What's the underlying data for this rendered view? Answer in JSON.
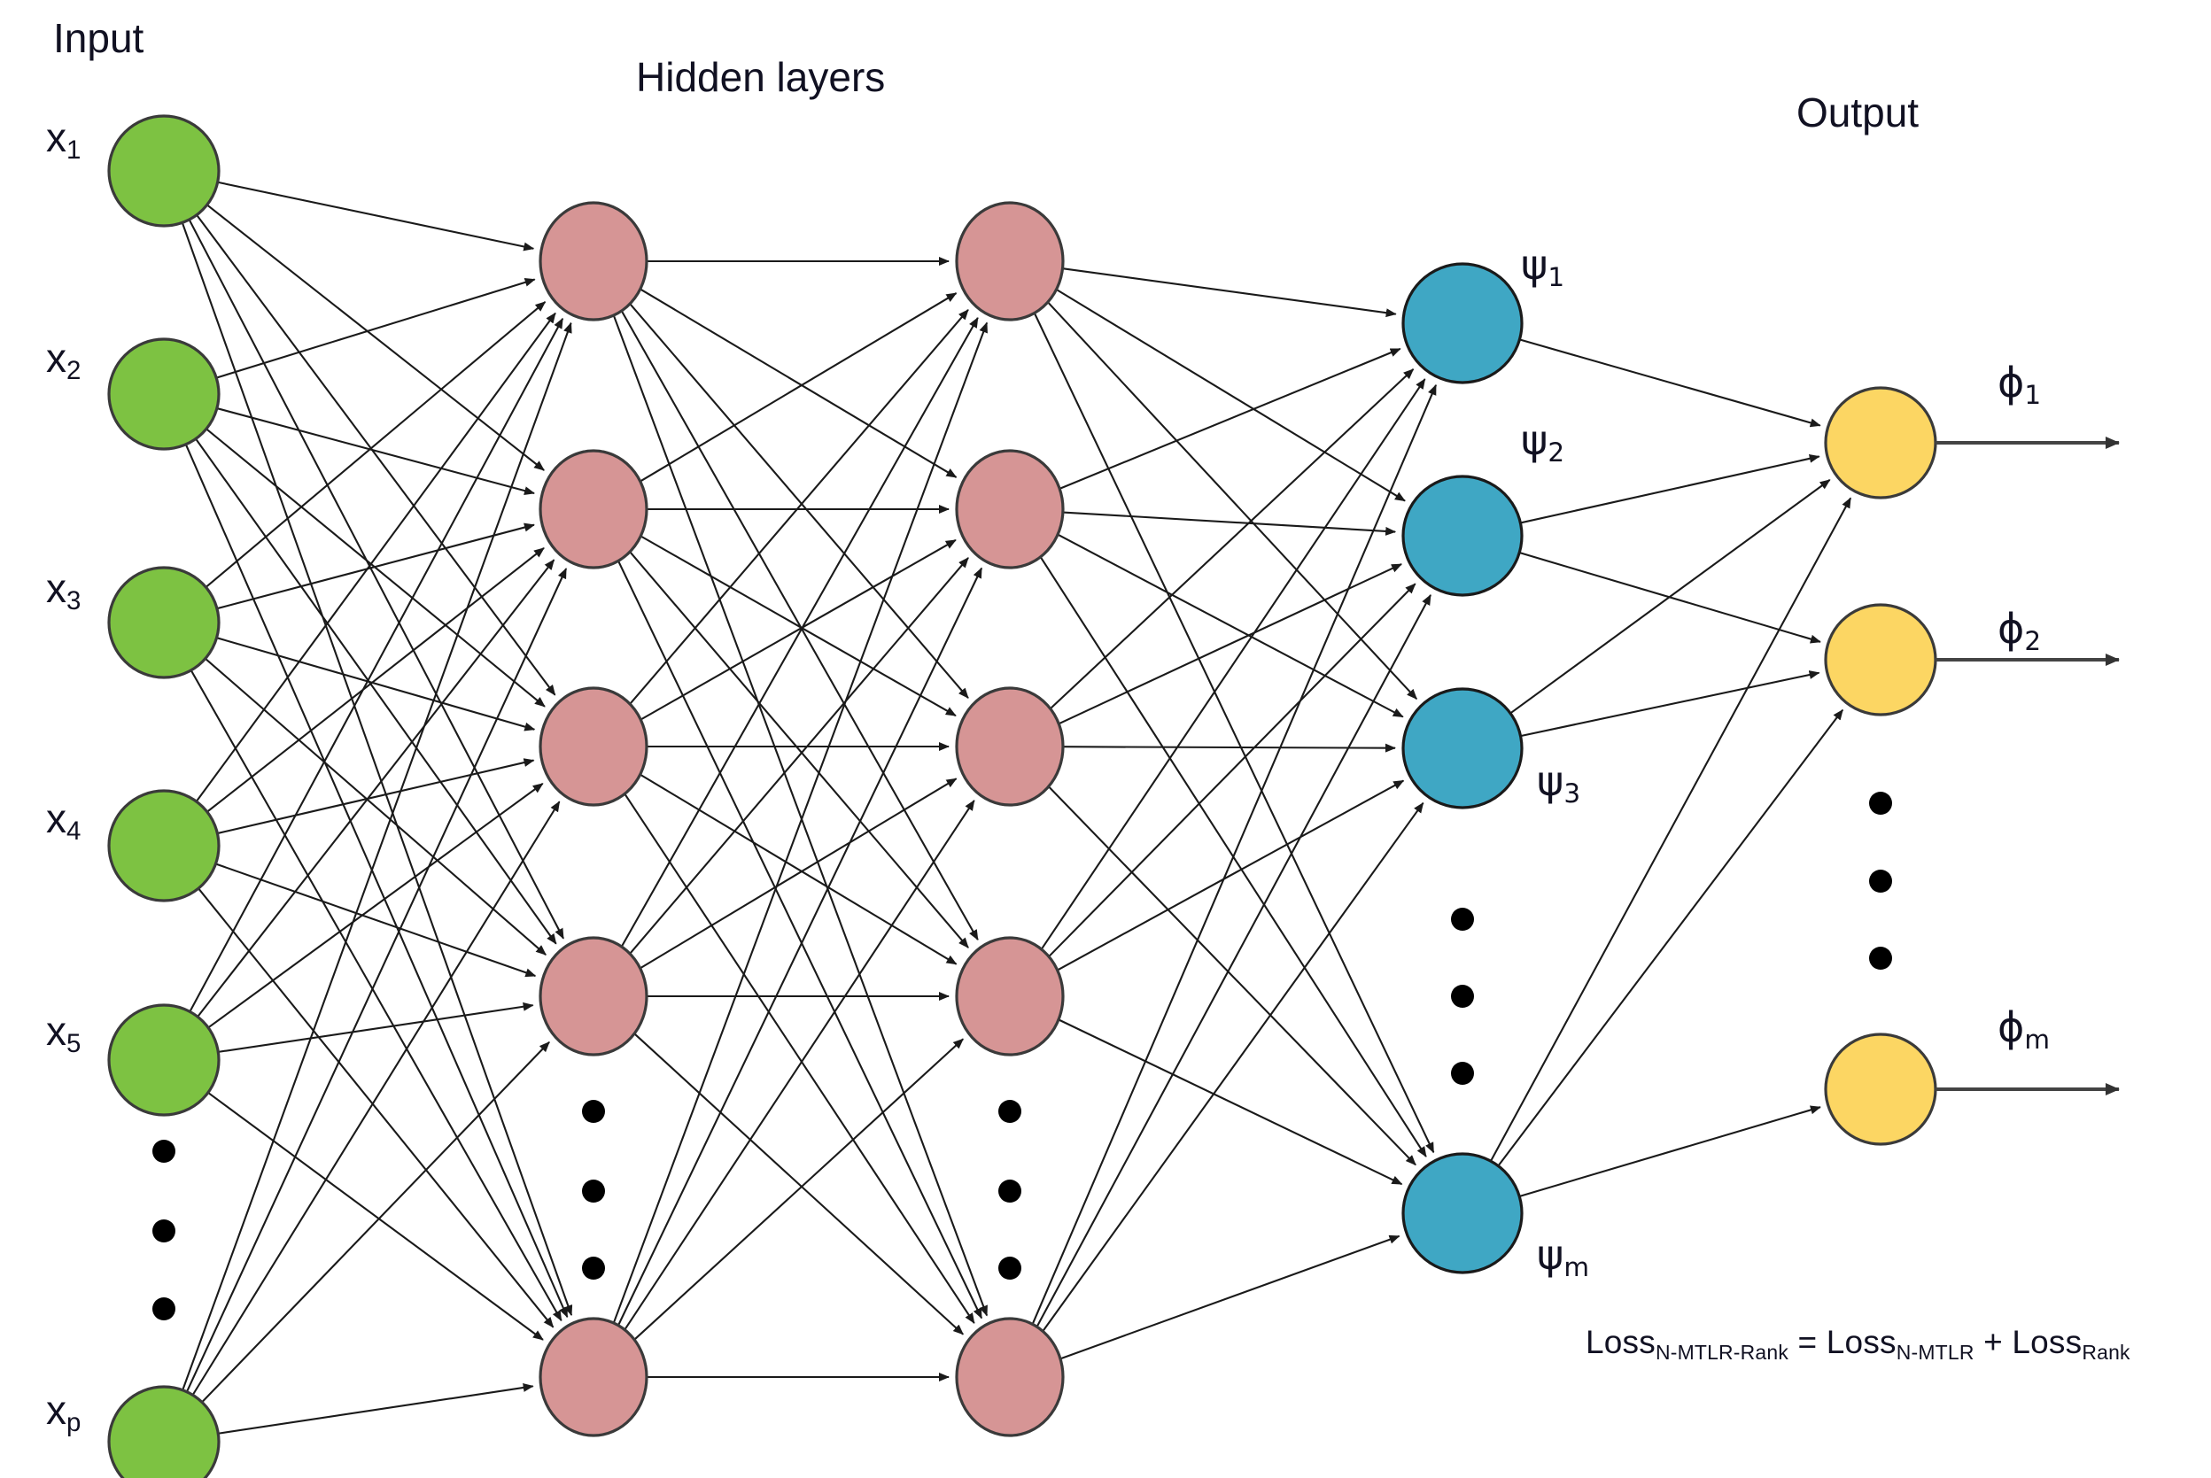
{
  "figure": {
    "type": "neural-network-architecture-diagram",
    "background_color": "#FFFFFF",
    "edge_color": "#1A1A1A"
  },
  "titles": {
    "input": "Input",
    "hidden": "Hidden layers",
    "output": "Output"
  },
  "layers": [
    {
      "id": "input",
      "title": "Input",
      "color": "#7DC242",
      "stroke": "#3A3A3A",
      "node_count_visible": 6,
      "has_vertical_ellipsis": true,
      "nodes": [
        {
          "label_base": "x",
          "label_sub": "1"
        },
        {
          "label_base": "x",
          "label_sub": "2"
        },
        {
          "label_base": "x",
          "label_sub": "3"
        },
        {
          "label_base": "x",
          "label_sub": "4"
        },
        {
          "label_base": "x",
          "label_sub": "5"
        },
        {
          "label_base": "x",
          "label_sub": "p"
        }
      ]
    },
    {
      "id": "hidden1",
      "title": "Hidden layers",
      "color": "#D69595",
      "stroke": "#3A3A3A",
      "node_count_visible": 5,
      "has_vertical_ellipsis": true,
      "nodes": [
        {
          "label_base": "",
          "label_sub": ""
        },
        {
          "label_base": "",
          "label_sub": ""
        },
        {
          "label_base": "",
          "label_sub": ""
        },
        {
          "label_base": "",
          "label_sub": ""
        },
        {
          "label_base": "",
          "label_sub": ""
        }
      ]
    },
    {
      "id": "hidden2",
      "title": "",
      "color": "#D69595",
      "stroke": "#3A3A3A",
      "node_count_visible": 5,
      "has_vertical_ellipsis": true,
      "nodes": [
        {
          "label_base": "",
          "label_sub": ""
        },
        {
          "label_base": "",
          "label_sub": ""
        },
        {
          "label_base": "",
          "label_sub": ""
        },
        {
          "label_base": "",
          "label_sub": ""
        },
        {
          "label_base": "",
          "label_sub": ""
        }
      ]
    },
    {
      "id": "psi",
      "title": "",
      "color": "#3FA7C4",
      "stroke": "#1A1A1A",
      "node_count_visible": 4,
      "has_vertical_ellipsis": true,
      "nodes": [
        {
          "label_base": "ψ",
          "label_sub": "1"
        },
        {
          "label_base": "ψ",
          "label_sub": "2"
        },
        {
          "label_base": "ψ",
          "label_sub": "3"
        },
        {
          "label_base": "ψ",
          "label_sub": "m"
        }
      ]
    },
    {
      "id": "output",
      "title": "Output",
      "color": "#FCD663",
      "stroke": "#3A3A3A",
      "node_count_visible": 3,
      "has_vertical_ellipsis": true,
      "nodes": [
        {
          "label_base": "ϕ",
          "label_sub": "1"
        },
        {
          "label_base": "ϕ",
          "label_sub": "2"
        },
        {
          "label_base": "ϕ",
          "label_sub": "m"
        }
      ]
    }
  ],
  "output_arrows": [
    {
      "label_base": "ϕ",
      "label_sub": "1"
    },
    {
      "label_base": "ϕ",
      "label_sub": "2"
    },
    {
      "label_base": "ϕ",
      "label_sub": "m"
    }
  ],
  "loss_equation": {
    "parts": [
      {
        "text": "Loss",
        "sub": "N-MTLR-Rank"
      },
      {
        "text": " = ",
        "sub": ""
      },
      {
        "text": "Loss",
        "sub": "N-MTLR"
      },
      {
        "text": " + ",
        "sub": ""
      },
      {
        "text": "Loss",
        "sub": "Rank"
      }
    ],
    "plain": "LossN-MTLR-Rank = LossN-MTLR + LossRank"
  },
  "ellipsis_dot_color": "#000000"
}
